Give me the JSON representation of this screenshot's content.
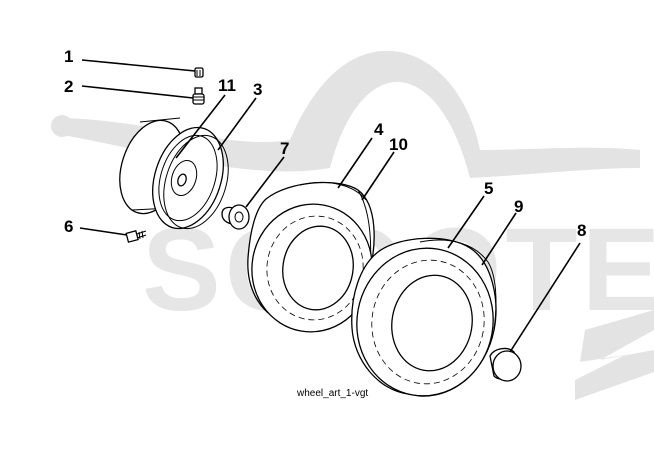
{
  "watermark": {
    "text": "SCOOTER"
  },
  "callouts": {
    "c1": "1",
    "c2": "2",
    "c3": "3",
    "c4": "4",
    "c5": "5",
    "c6": "6",
    "c7": "7",
    "c8": "8",
    "c9": "9",
    "c10": "10",
    "c11": "11"
  },
  "caption": "wheel_art_1-vgt"
}
